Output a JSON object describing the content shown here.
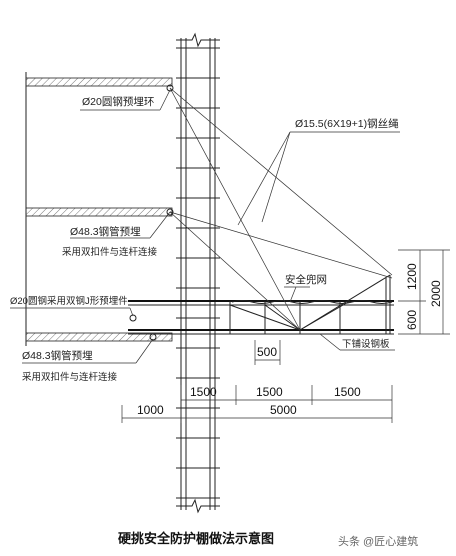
{
  "labels": {
    "embed_ring": "Ø20圆钢预埋环",
    "wire_rope": "Ø15.5(6X19+1)钢丝绳",
    "steel_pipe_1_line1": "Ø48.3钢管预埋",
    "steel_pipe_1_line2": "采用双扣件与连杆连接",
    "safety_net": "安全兜网",
    "j_embed": "Ø20圆钢采用双钢J形预埋件",
    "steel_pipe_2_line1": "Ø48.3钢管预埋",
    "steel_pipe_2_line2": "采用双扣件与连杆连接",
    "steel_plate": "下铺设钢板"
  },
  "dimensions": {
    "d500": "500",
    "d1500_a": "1500",
    "d1500_b": "1500",
    "d1500_c": "1500",
    "d1000": "1000",
    "d5000": "5000",
    "d1200": "1200",
    "d600": "600",
    "d2000": "2000"
  },
  "caption": "硬挑安全防护棚做法示意图",
  "watermark": "头条 @匠心建筑"
}
